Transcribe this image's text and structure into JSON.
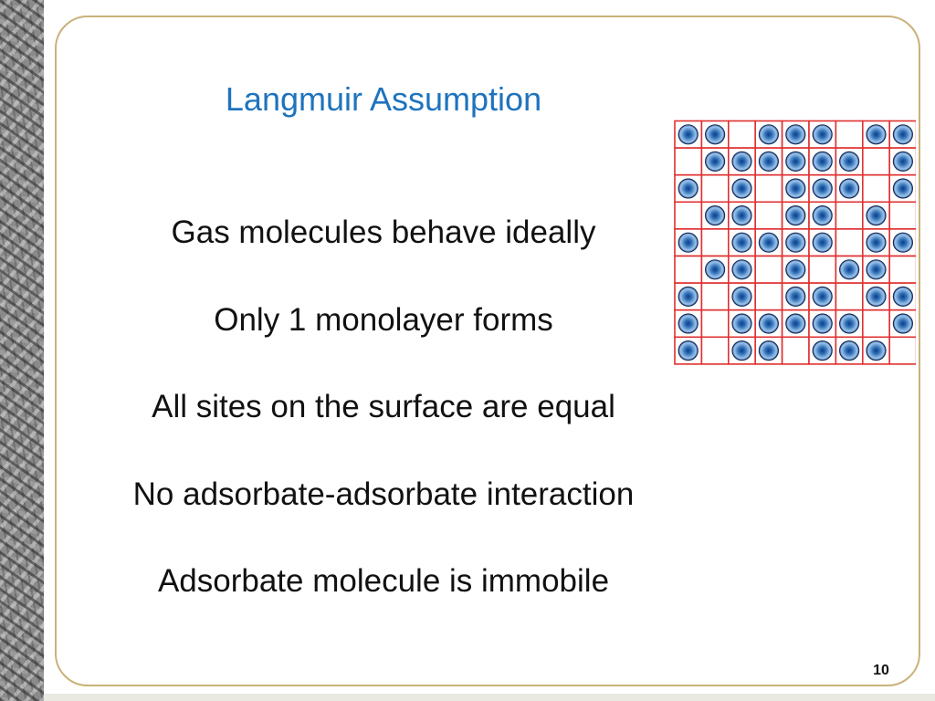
{
  "slide": {
    "title": "Langmuir Assumption",
    "bullets": [
      "Gas molecules behave ideally",
      "Only 1 monolayer forms",
      "All sites on the surface are equal",
      "No adsorbate-adsorbate interaction",
      "Adsorbate molecule is immobile"
    ],
    "page_number": "10"
  },
  "lattice": {
    "occupancy": [
      [
        1,
        1,
        0,
        1,
        1,
        1,
        0,
        1,
        1
      ],
      [
        0,
        1,
        1,
        1,
        1,
        1,
        1,
        0,
        1
      ],
      [
        1,
        0,
        1,
        0,
        1,
        1,
        1,
        0,
        1
      ],
      [
        0,
        1,
        1,
        0,
        1,
        1,
        0,
        1,
        0
      ],
      [
        1,
        0,
        1,
        1,
        1,
        1,
        0,
        1,
        1
      ],
      [
        0,
        1,
        1,
        0,
        1,
        0,
        1,
        1,
        0
      ],
      [
        1,
        0,
        1,
        0,
        1,
        1,
        0,
        1,
        1
      ],
      [
        1,
        0,
        1,
        1,
        1,
        1,
        1,
        0,
        1
      ],
      [
        1,
        0,
        1,
        1,
        0,
        1,
        1,
        1,
        0
      ]
    ],
    "grid_color": "#e03030",
    "molecule_color": "#2f6fb5"
  },
  "colors": {
    "title": "#1e73be",
    "frame_border": "#c9b27a"
  }
}
